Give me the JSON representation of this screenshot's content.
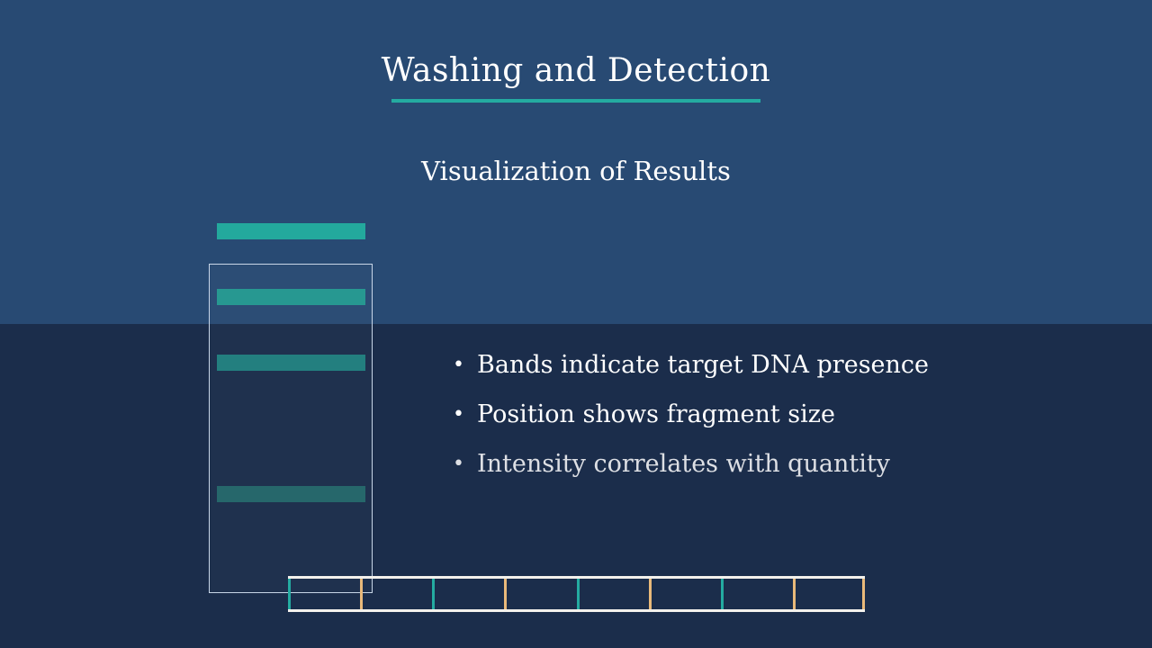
{
  "slide": {
    "title": "Washing and Detection",
    "subtitle": "Visualization of Results"
  },
  "colors": {
    "top_background": "#284a73",
    "bottom_background": "#1b2d4b",
    "accent_teal": "#24aba1",
    "accent_orange": "#e9b97a",
    "text": "#ffffff"
  },
  "bands": [
    {
      "color": "#23a99d"
    },
    {
      "color": "#23968f"
    },
    {
      "color": "#1f7d7d"
    },
    {
      "color": "#226469"
    }
  ],
  "bullets": [
    {
      "marker": "•",
      "text": "Bands indicate target DNA presence"
    },
    {
      "marker": "•",
      "text": "Position shows fragment size"
    },
    {
      "marker": "•",
      "text": "Intensity correlates with quantity"
    }
  ],
  "ladder": {
    "tick_colors": [
      "#24aba1",
      "#e9b97a",
      "#24aba1",
      "#e9b97a",
      "#24aba1",
      "#e9b97a",
      "#24aba1",
      "#e9b97a"
    ]
  }
}
